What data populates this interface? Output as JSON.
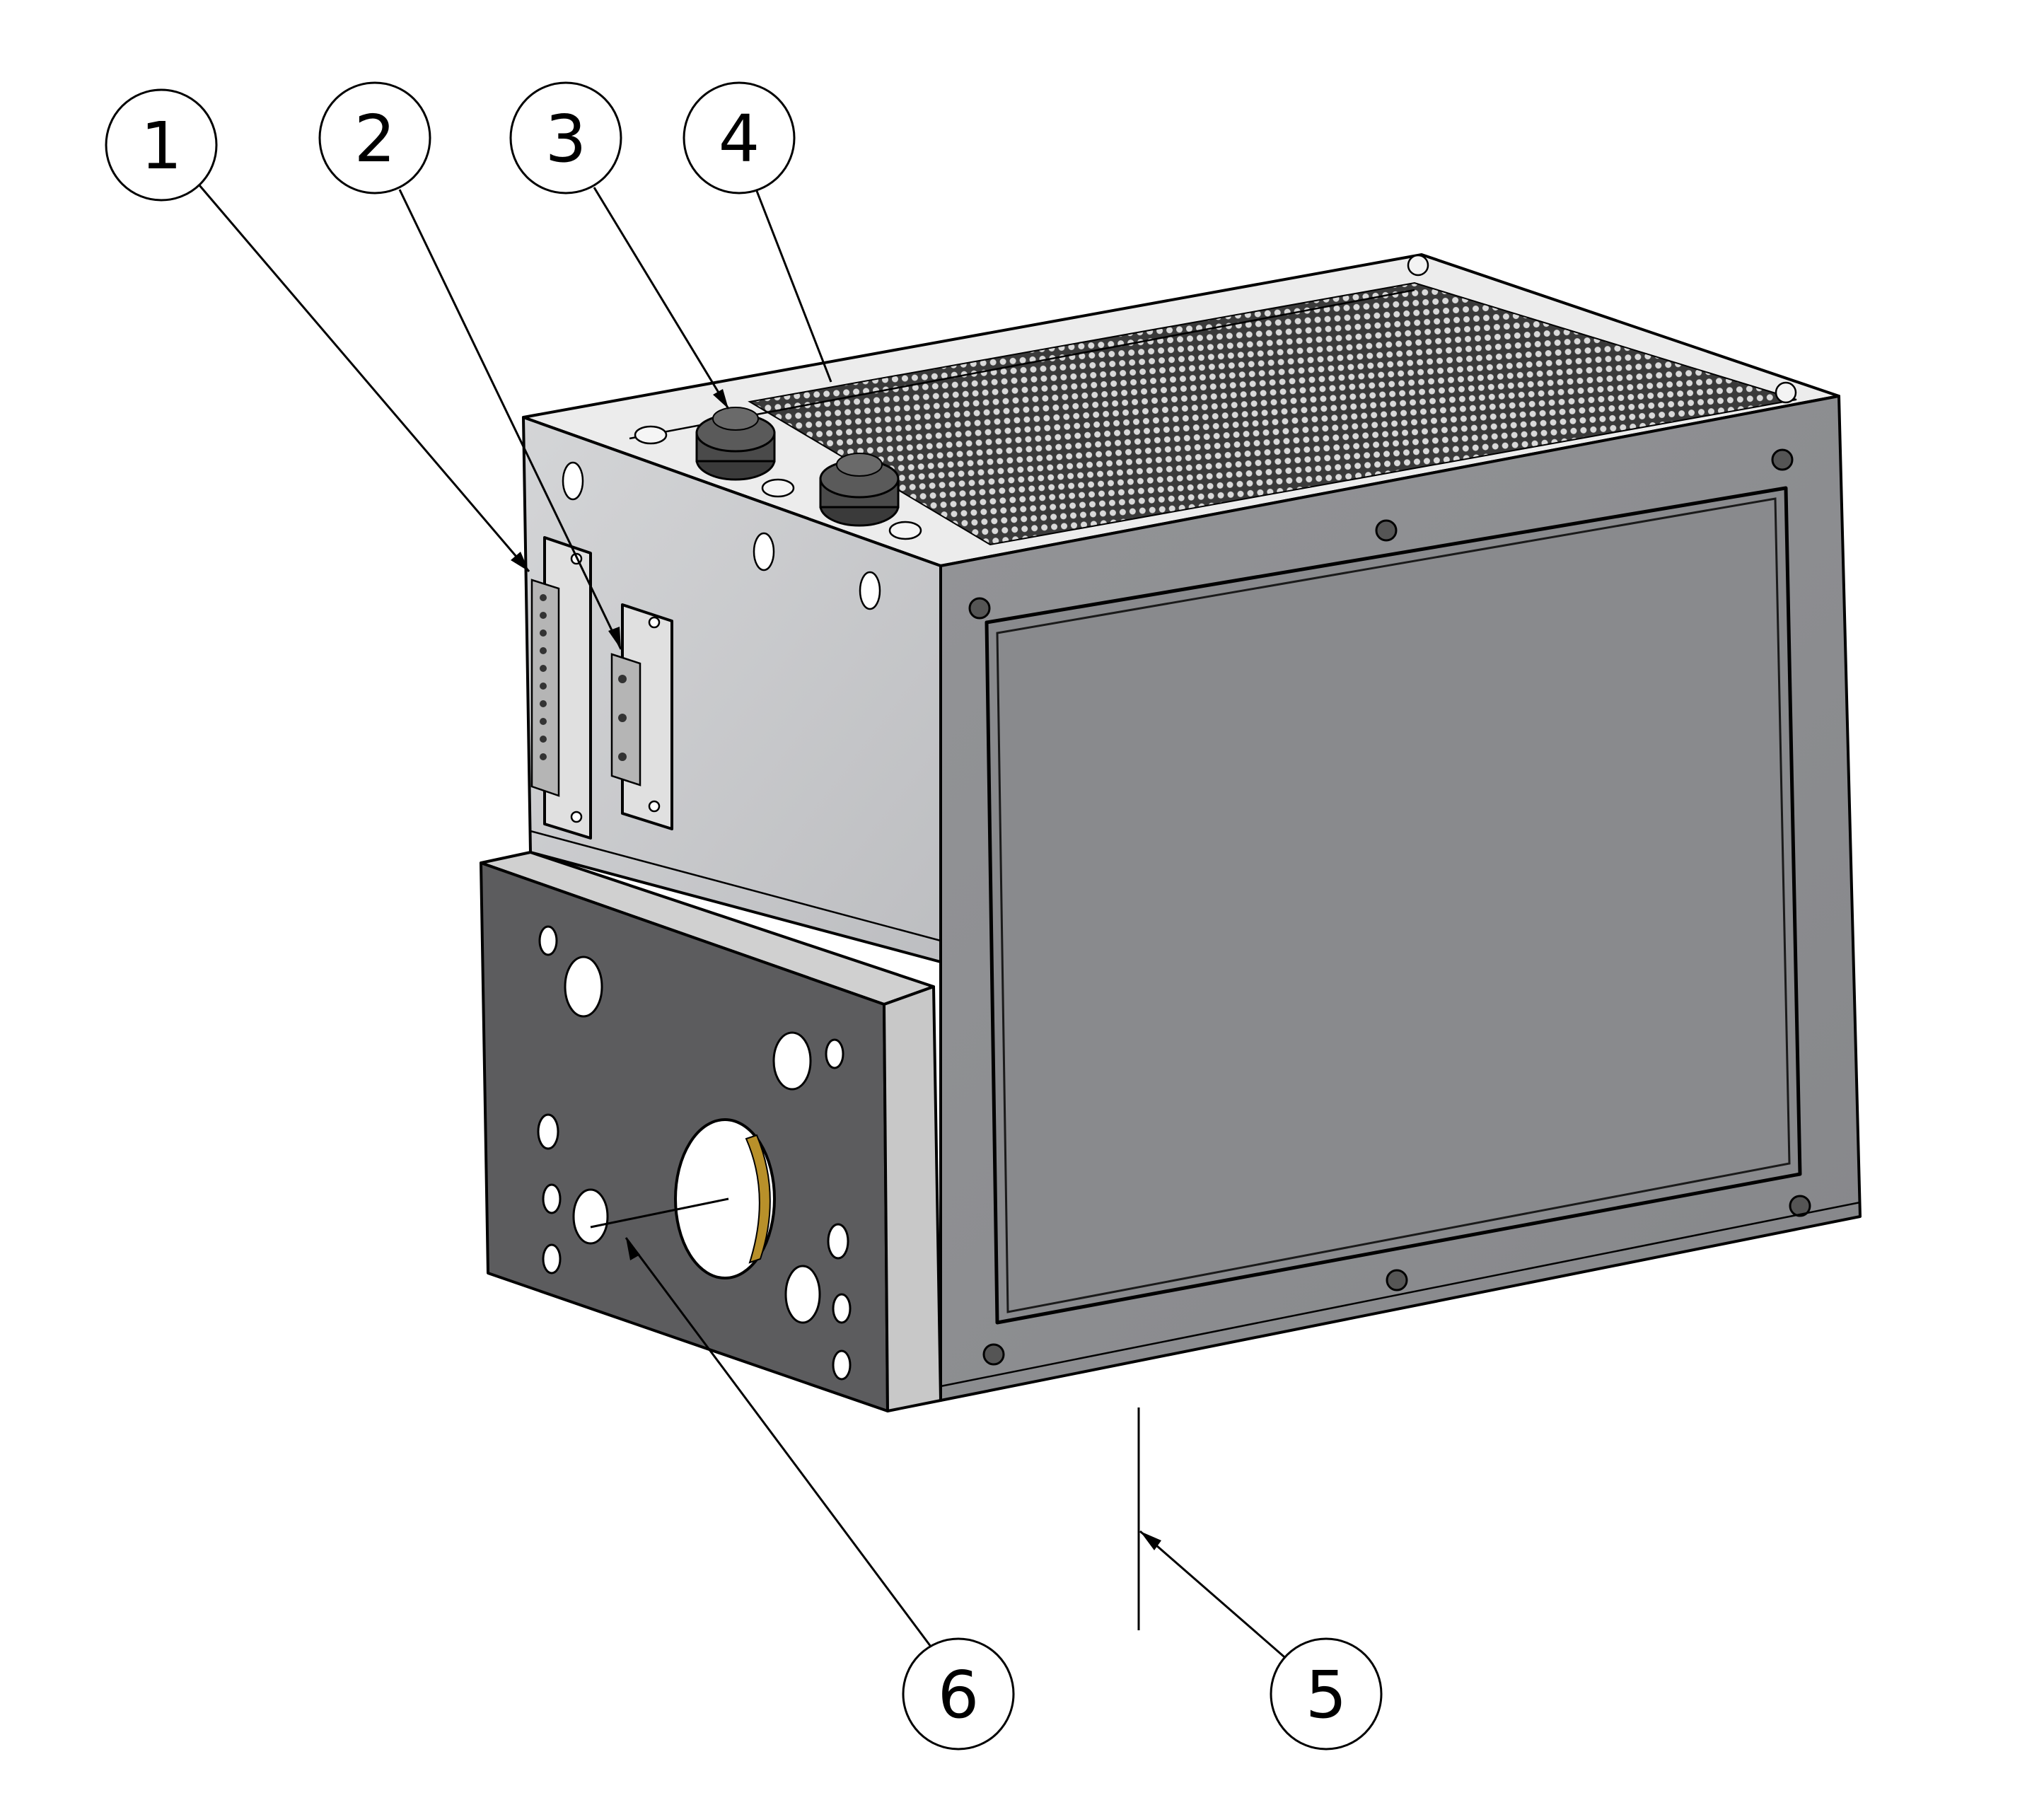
{
  "callouts": [
    {
      "id": "1",
      "label": "1"
    },
    {
      "id": "2",
      "label": "2"
    },
    {
      "id": "3",
      "label": "3"
    },
    {
      "id": "4",
      "label": "4"
    },
    {
      "id": "5",
      "label": "5"
    },
    {
      "id": "6",
      "label": "6"
    }
  ],
  "colors": {
    "front_panel": "#8c8d90",
    "front_panel_inner": "#88898c",
    "side_panel": "#c9cacc",
    "top_frame": "#e6e6e6",
    "heatsink_grid": "#2b2b2b",
    "base_plate": "#5a5a5c",
    "base_edge": "#c4c4c4",
    "lens_accent": "#b8902a"
  }
}
